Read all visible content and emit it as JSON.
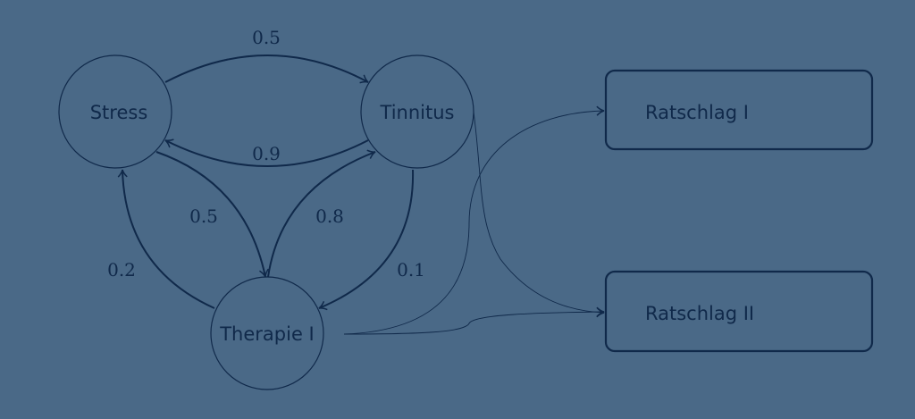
{
  "nodes": {
    "stress": "Stress",
    "tinnitus": "Tinnitus",
    "therapie": "Therapie I",
    "ratschlag1": "Ratschlag I",
    "ratschlag2": "Ratschlag II"
  },
  "edges": {
    "stress_tinnitus": "0.5",
    "tinnitus_stress": "0.9",
    "stress_therapie": "0.5",
    "therapie_tinnitus": "0.8",
    "tinnitus_therapie": "0.1",
    "therapie_stress": "0.2"
  },
  "colors": {
    "background": "#4a6987",
    "ink": "#10294a"
  }
}
